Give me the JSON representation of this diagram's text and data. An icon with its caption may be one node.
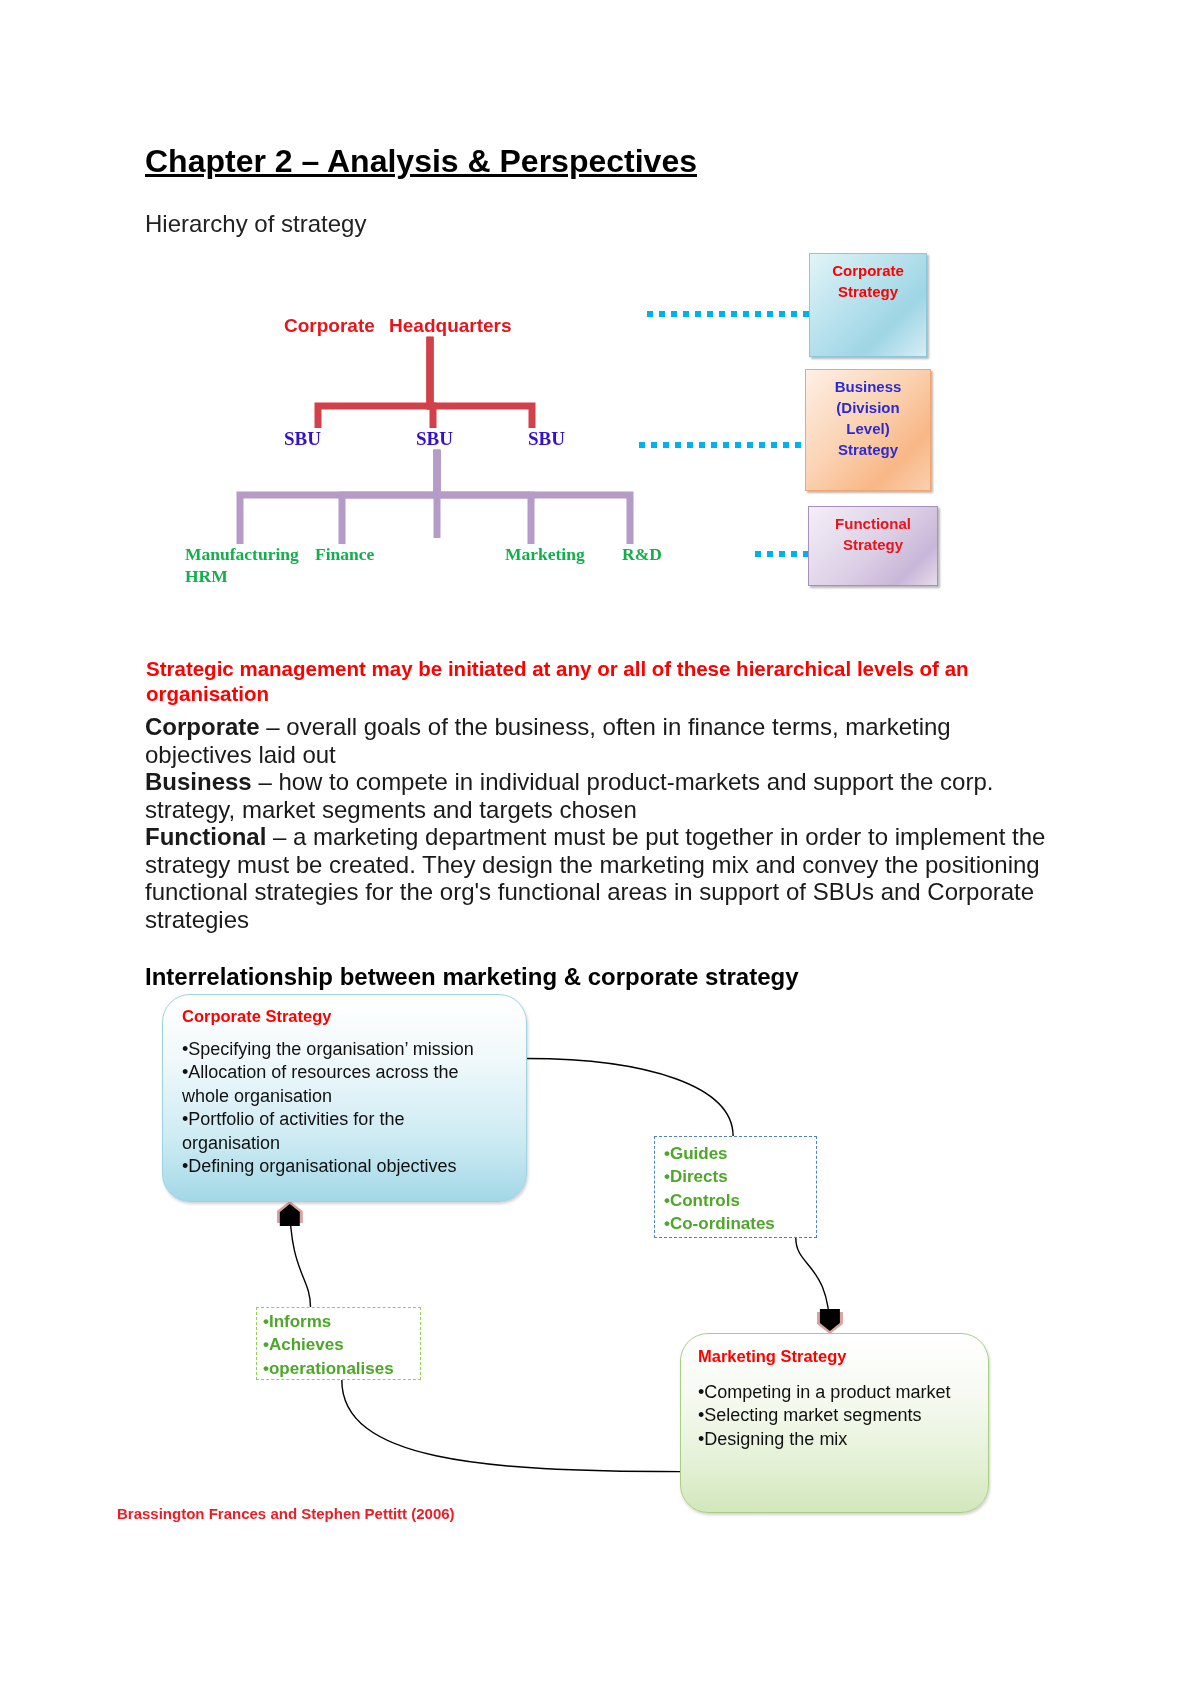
{
  "diagram": {
    "title": "Chapter 2 – Analysis & Perspectives",
    "nodes": [
      {
        "text": [
          "Corporate Headquarters"
        ]
      },
      {
        "text": [
          "SBU"
        ]
      },
      {
        "text": [
          "SBU"
        ]
      },
      {
        "text": [
          "SBU"
        ]
      },
      {
        "text": [
          "Manufacturing"
        ]
      },
      {
        "text": [
          "Finance"
        ]
      },
      {
        "text": [
          "Marketing"
        ]
      },
      {
        "text": [
          "R&D"
        ]
      },
      {
        "text": [
          "Corporate Strategy"
        ]
      },
      {
        "text": [
          "Business (Division Level) Strategy"
        ]
      },
      {
        "text": [
          "Functional Strategy"
        ]
      },
      {
        "text": [
          "Corporate Strategy",
          "•Specifying the organisation’ mission",
          "•Allocation of resources across the whole organisation",
          "•Portfolio of activities for the organisation",
          "•Defining organisational objectives"
        ]
      },
      {
        "text": [
          "•Guides",
          "•Directs",
          "•Controls",
          "•Co-ordinates"
        ]
      },
      {
        "text": [
          "•Informs",
          "•Achieves",
          "•operationalises"
        ]
      },
      {
        "text": [
          "Marketing Strategy",
          "•Competing in a product market",
          "•Selecting market segments",
          "•Designing the mix"
        ]
      }
    ],
    "edges": [
      {
        "from": 0,
        "to": 1,
        "arrow": "none",
        "color": "#d2404a"
      },
      {
        "from": 0,
        "to": 2,
        "arrow": "none",
        "color": "#d2404a"
      },
      {
        "from": 0,
        "to": 3,
        "arrow": "none",
        "color": "#d2404a"
      },
      {
        "from": 2,
        "to": 4,
        "arrow": "none",
        "color": "#b59cc8"
      },
      {
        "from": 2,
        "to": 5,
        "arrow": "none",
        "color": "#b59cc8"
      },
      {
        "from": 2,
        "to": null,
        "arrow": "none",
        "color": "#b59cc8"
      },
      {
        "from": 2,
        "to": 6,
        "arrow": "none",
        "color": "#b59cc8"
      },
      {
        "from": 2,
        "to": 7,
        "arrow": "none",
        "color": "#b59cc8"
      },
      {
        "from": null,
        "to": 8,
        "arrow": "none",
        "style": "dashed",
        "color": "#00b0f0"
      },
      {
        "from": null,
        "to": 9,
        "arrow": "none",
        "style": "dashed",
        "color": "#00b0f0"
      },
      {
        "from": null,
        "to": 10,
        "arrow": "none",
        "style": "dashed",
        "color": "#00b0f0"
      },
      {
        "from": 11,
        "to": 12,
        "arrow": "none",
        "color": "#000000"
      },
      {
        "from": 12,
        "to": 14,
        "arrow": "to",
        "color": "#000000"
      },
      {
        "from": 14,
        "to": 13,
        "arrow": "none",
        "color": "#000000"
      },
      {
        "from": 13,
        "to": 11,
        "arrow": "to",
        "color": "#000000"
      }
    ],
    "labels": [
      "Hierarchy of strategy",
      "HRM",
      "Strategic management may be initiated at any or all of these hierarchical levels of an organisation",
      "**Corporate** – overall goals of the business, often in finance terms, marketing objectives laid out",
      "**Business** – how to compete in individual product-markets and support the corp. strategy, market segments and targets chosen",
      "**Functional** – a marketing department must be put together in order to implement the strategy must be created. They design the marketing mix and convey the positioning functional strategies for the org's functional areas in support of SBUs and Corporate strategies",
      "Interrelationship between marketing & corporate strategy",
      "Brassington Frances and Stephen Pettitt (2006)"
    ]
  }
}
